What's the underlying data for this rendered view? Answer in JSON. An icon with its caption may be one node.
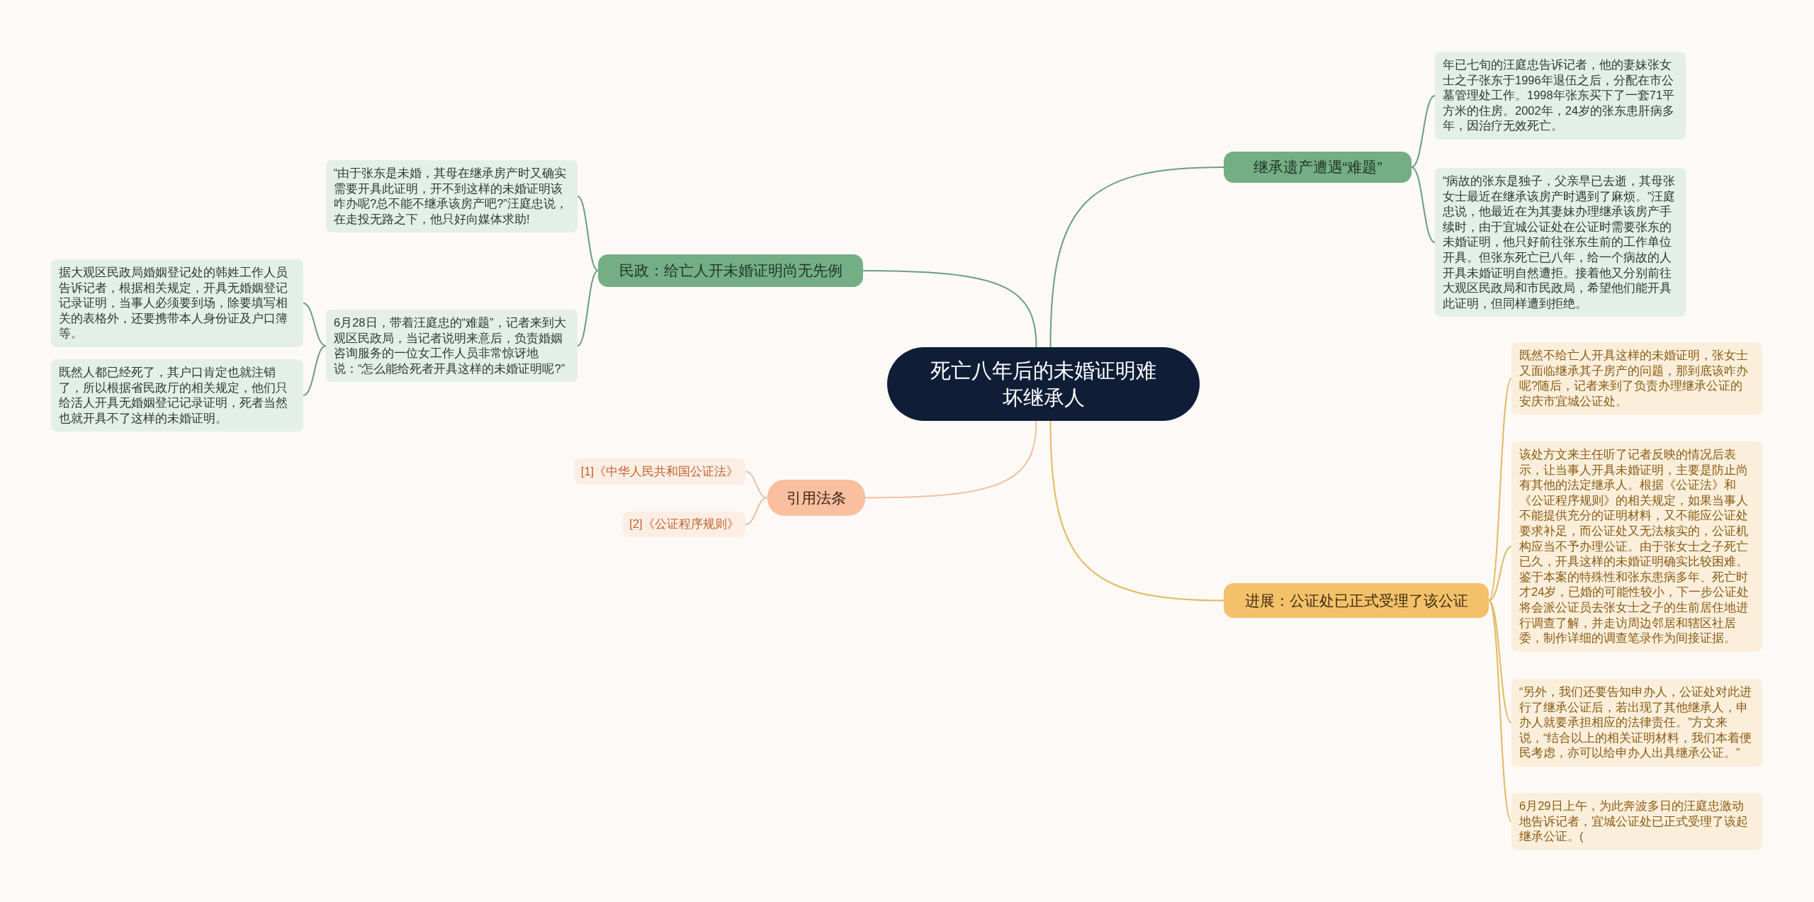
{
  "diagram": {
    "nodes": [
      {
        "text": [
          "死亡八年后的未婚证明难坏继承人"
        ]
      },
      {
        "text": [
          "继承遗产遭遇“难题”"
        ]
      },
      {
        "text": [
          "年已七旬的汪庭忠告诉记者，他的妻妹张女士之子张东于1996年退伍之后，分配在市公墓管理处工作。1998年张东买下了一套71平方米的住房。2002年，24岁的张东患肝病多年，因治疗无效死亡。"
        ]
      },
      {
        "text": [
          "“病故的张东是独子，父亲早已去逝，其母张女士最近在继承该房产时遇到了麻烦。”汪庭忠说，他最近在为其妻妹办理继承该房产手续时，由于宜城公证处在公证时需要张东的未婚证明，他只好前往张东生前的工作单位开具。但张东死亡已八年，给一个病故的人开具未婚证明自然遭拒。接着他又分别前往大观区民政局和市民政局，希望他们能开具此证明，但同样遭到拒绝。"
        ]
      },
      {
        "text": [
          "民政：给亡人开未婚证明尚无先例"
        ]
      },
      {
        "text": [
          "“由于张东是未婚，其母在继承房产时又确实需要开具此证明，开不到这样的未婚证明该咋办呢?总不能不继承该房产吧?”汪庭忠说，在走投无路之下，他只好向媒体求助!"
        ]
      },
      {
        "text": [
          "6月28日，带着汪庭忠的“难题”，记者来到大观区民政局，当记者说明来意后，负责婚姻咨询服务的一位女工作人员非常惊讶地说：“怎么能给死者开具这样的未婚证明呢?”"
        ]
      },
      {
        "text": [
          "据大观区民政局婚姻登记处的韩姓工作人员告诉记者，根据相关规定，开具无婚姻登记记录证明，当事人必须要到场，除要填写相关的表格外，还要携带本人身份证及户口簿等。"
        ]
      },
      {
        "text": [
          "既然人都已经死了，其户口肯定也就注销了，所以根据省民政厅的相关规定，他们只给活人开具无婚姻登记记录证明，死者当然也就开具不了这样的未婚证明。"
        ]
      },
      {
        "text": [
          "引用法条"
        ]
      },
      {
        "text": [
          "[1]《中华人民共和国公证法》"
        ]
      },
      {
        "text": [
          "[2]《公证程序规则》"
        ]
      },
      {
        "text": [
          "进展：公证处已正式受理了该公证"
        ]
      },
      {
        "text": [
          "既然不给亡人开具这样的未婚证明，张女士又面临继承其子房产的问题，那到底该咋办呢?随后，记者来到了负责办理继承公证的安庆市宜城公证处。"
        ]
      },
      {
        "text": [
          "该处方文来主任听了记者反映的情况后表示，让当事人开具未婚证明，主要是防止尚有其他的法定继承人。根据《公证法》和《公证程序规则》的相关规定，如果当事人不能提供充分的证明材料，又不能应公证处要求补足，而公证处又无法核实的，公证机构应当不予办理公证。由于张女士之子死亡已久，开具这样的未婚证明确实比较困难。鉴于本案的特殊性和张东患病多年、死亡时才24岁，已婚的可能性较小，下一步公证处将会派公证员去张女士之子的生前居住地进行调查了解，并走访周边邻居和辖区社居委，制作详细的调查笔录作为间接证据。"
        ]
      },
      {
        "text": [
          "“另外，我们还要告知申办人，公证处对此进行了继承公证后，若出现了其他继承人，申办人就要承担相应的法律责任。”方文来说，“结合以上的相关证明材料，我们本着便民考虑，亦可以给申办人出具继承公证。”"
        ]
      },
      {
        "text": [
          "6月29日上午，为此奔波多日的汪庭忠激动地告诉记者，宜城公证处已正式受理了该起继承公证。("
        ]
      }
    ],
    "edges": [
      {
        "from": 0,
        "to": 1,
        "arrow": "none"
      },
      {
        "from": 1,
        "to": 2,
        "arrow": "none"
      },
      {
        "from": 1,
        "to": 3,
        "arrow": "none"
      },
      {
        "from": 0,
        "to": 4,
        "arrow": "none"
      },
      {
        "from": 4,
        "to": 5,
        "arrow": "none"
      },
      {
        "from": 4,
        "to": 6,
        "arrow": "none"
      },
      {
        "from": 6,
        "to": 7,
        "arrow": "none"
      },
      {
        "from": 6,
        "to": 8,
        "arrow": "none"
      },
      {
        "from": 0,
        "to": 9,
        "arrow": "none",
        "color": "#f0c0a0"
      },
      {
        "from": 9,
        "to": 10,
        "arrow": "none",
        "color": "#f0c0a0"
      },
      {
        "from": 9,
        "to": 11,
        "arrow": "none",
        "color": "#f0c0a0"
      },
      {
        "from": 0,
        "to": 12,
        "arrow": "none",
        "color": "#e3b95e"
      },
      {
        "from": 12,
        "to": 13,
        "arrow": "none",
        "color": "#e3b95e"
      },
      {
        "from": 12,
        "to": 14,
        "arrow": "none",
        "color": "#e3b95e"
      },
      {
        "from": 12,
        "to": 15,
        "arrow": "none",
        "color": "#e3b95e"
      },
      {
        "from": 12,
        "to": 16,
        "arrow": "none",
        "color": "#e3b95e"
      }
    ]
  }
}
